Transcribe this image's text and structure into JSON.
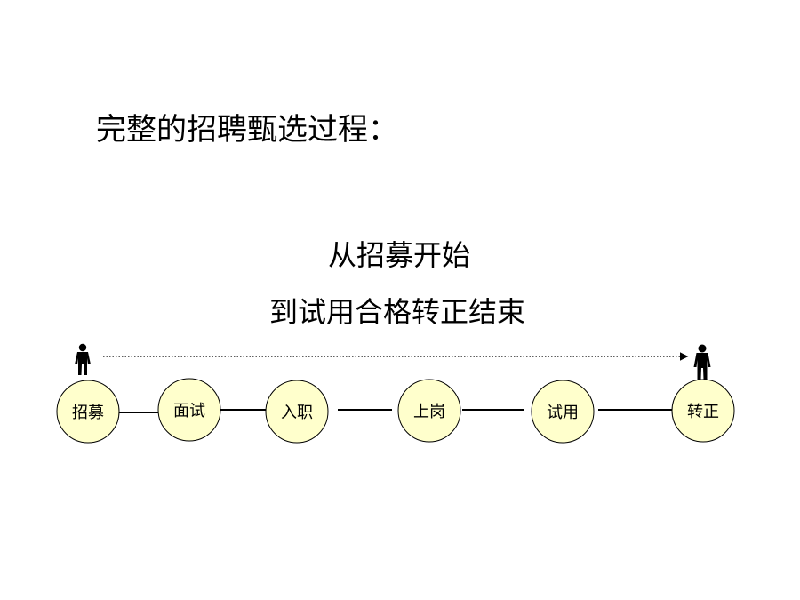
{
  "title": "完整的招聘甄选过程：",
  "subtitle_lines": [
    "从招募开始",
    "到试用合格转正结束"
  ],
  "steps": [
    {
      "label": "招募"
    },
    {
      "label": "面试"
    },
    {
      "label": "入职"
    },
    {
      "label": "上岗"
    },
    {
      "label": "试用"
    },
    {
      "label": "转正"
    }
  ],
  "icons": {
    "start": "person-icon",
    "end": "person-icon"
  },
  "colors": {
    "circle_fill": "#FFFFCC",
    "circle_stroke": "#000000",
    "connector": "#000000",
    "text": "#000000"
  }
}
